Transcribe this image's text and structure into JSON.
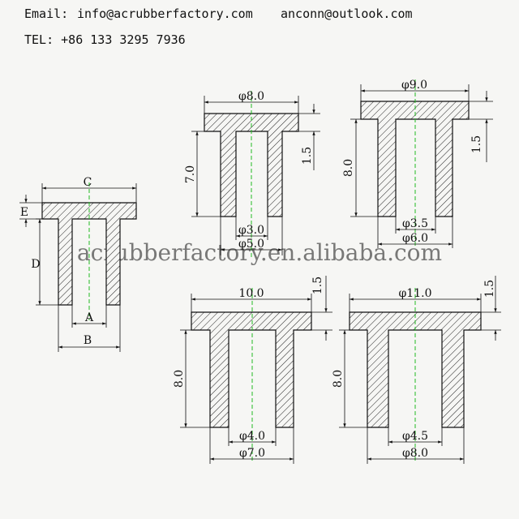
{
  "header": {
    "email_label": "Email:",
    "email_primary": "info@acrubberfactory.com",
    "email_secondary": "anconn@outlook.com",
    "tel": "TEL: +86 133 3295 7936"
  },
  "watermark": "acrubberfactory.en.alibaba.com",
  "colors": {
    "line": "#111111",
    "hatch": "#222222",
    "centerline": "#22bb22",
    "background": "#f6f6f4"
  },
  "reference_diagram": {
    "labels": {
      "flange_diameter": "C",
      "flange_thickness": "E",
      "height": "D",
      "inner_diameter": "A",
      "outer_diameter": "B"
    }
  },
  "parts": [
    {
      "id": "part-1",
      "flange": "φ8.0",
      "flange_thickness": "1.5",
      "height": "7.0",
      "inner": "φ3.0",
      "outer": "φ5.0"
    },
    {
      "id": "part-2",
      "flange": "φ9.0",
      "flange_thickness": "1.5",
      "height": "8.0",
      "inner": "φ3.5",
      "outer": "φ6.0"
    },
    {
      "id": "part-3",
      "flange": "10.0",
      "flange_thickness": "1.5",
      "height": "8.0",
      "inner": "φ4.0",
      "outer": "φ7.0"
    },
    {
      "id": "part-4",
      "flange": "φ11.0",
      "flange_thickness": "1.5",
      "height": "8.0",
      "inner": "φ4.5",
      "outer": "φ8.0"
    }
  ]
}
